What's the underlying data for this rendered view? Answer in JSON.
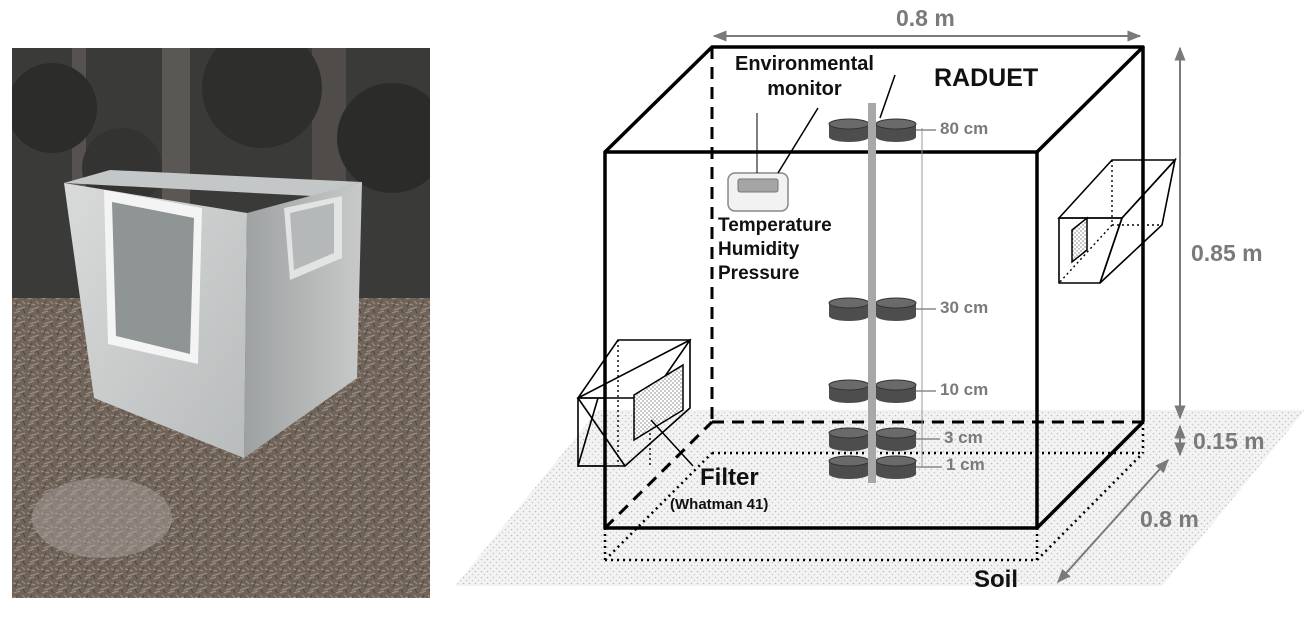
{
  "photo": {
    "alt": "Photograph of the aluminum sampling box on forest soil"
  },
  "diagram": {
    "labels": {
      "environmental_monitor": [
        "Environmental",
        "monitor"
      ],
      "raduet": "RADUET",
      "sensors": [
        "Temperature",
        "Humidity",
        "Pressure"
      ],
      "filter": "Filter",
      "filter_type": "(Whatman 41)",
      "soil": "Soil"
    },
    "dimensions": {
      "top_width": "0.8 m",
      "height_above": "0.85 m",
      "height_below": "0.15 m",
      "depth": "0.8 m"
    },
    "heights": [
      "80 cm",
      "30 cm",
      "10 cm",
      "3 cm",
      "1 cm"
    ],
    "colors": {
      "detector": "#4d4d4d",
      "pole": "#a8a8a8",
      "dimension": "#7a7a7a",
      "box_line": "#000000"
    }
  }
}
